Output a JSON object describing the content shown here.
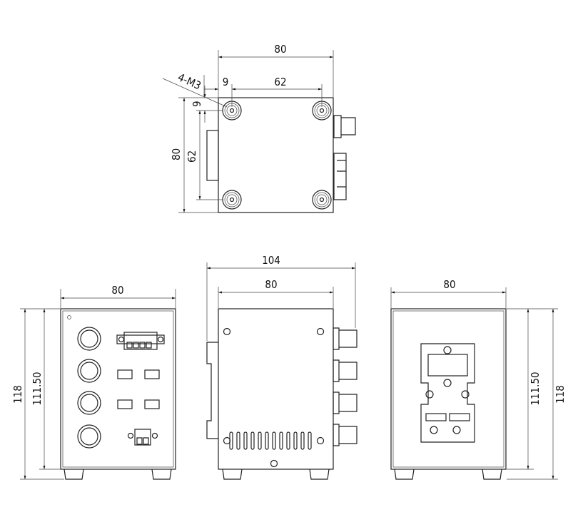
{
  "top_view": {
    "width": "80",
    "hole_spacing_x": "62",
    "hole_offset_x": "9",
    "hole_offset_y": "9",
    "depth": "80",
    "hole_spacing_y": "62",
    "hole_callout": "4-M3"
  },
  "front_view": {
    "width": "80",
    "height_total": "118",
    "height_body": "111.50"
  },
  "side_view": {
    "depth_total": "104",
    "depth_body": "80"
  },
  "back_view": {
    "width": "80",
    "height_body": "111.50",
    "height_total": "118"
  }
}
